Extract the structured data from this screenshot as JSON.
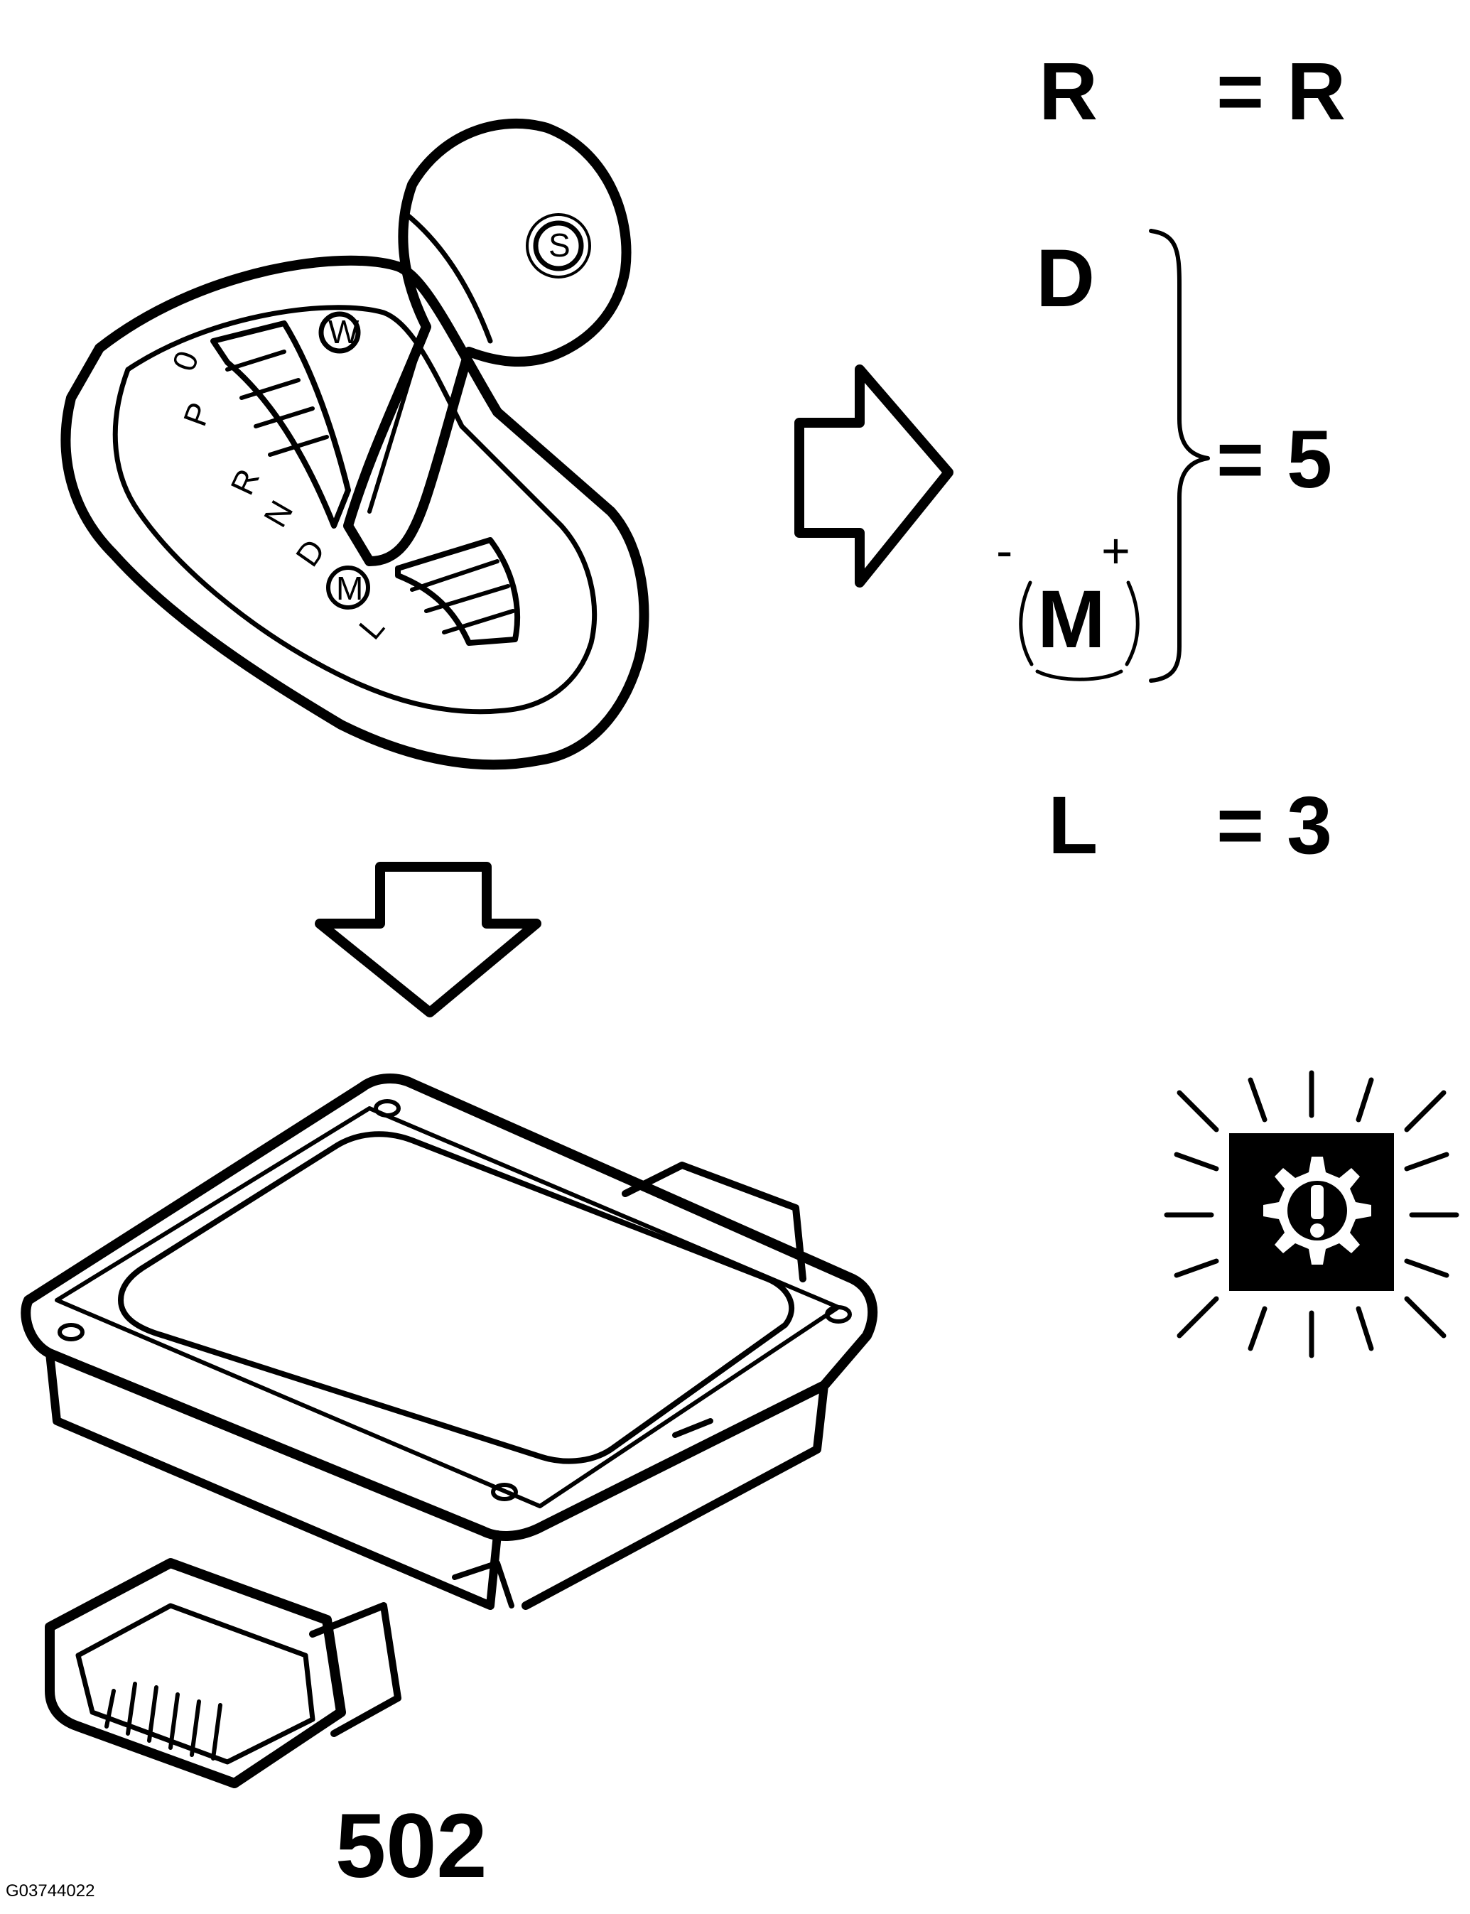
{
  "gear_map": [
    {
      "position": "R",
      "result": "= R"
    },
    {
      "position": "D",
      "result": "= 5"
    },
    {
      "position": "L",
      "result": "= 3"
    }
  ],
  "manual_symbol": {
    "letter": "M",
    "minus": "-",
    "plus": "+"
  },
  "shifter": {
    "gate_labels": [
      "0",
      "P",
      "R",
      "N",
      "D",
      "M",
      "L"
    ],
    "mode_buttons": [
      "W",
      "S"
    ]
  },
  "component": {
    "number": "502"
  },
  "figure_code": "G03744022",
  "icons": [
    "gear-selector",
    "arrow-right",
    "arrow-down",
    "control-module",
    "transmission-warning-light-icon"
  ],
  "colors": {
    "line": "#000000",
    "background": "#ffffff"
  }
}
